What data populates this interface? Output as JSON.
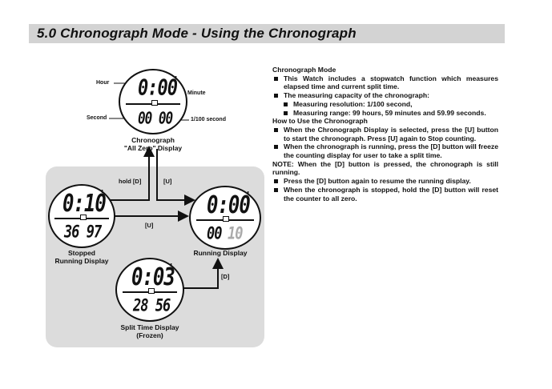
{
  "header": {
    "title": "5.0 Chronograph Mode - Using the Chronograph"
  },
  "diagram": {
    "labels": {
      "hour": "Hour",
      "minute": "Minute",
      "second": "Second",
      "hundredth": "1/100 second",
      "hold_d": "hold [D]",
      "u_top": "[U]",
      "u_mid": "[U]",
      "d_right": "[D]"
    },
    "captions": {
      "chrono_line1": "Chronograph",
      "chrono_line2": "\"All Zero\" Display",
      "stopped_line1": "Stopped",
      "stopped_line2": "Running Display",
      "running": "Running Display",
      "split_line1": "Split Time Display",
      "split_line2": "(Frozen)"
    },
    "watches": {
      "zero": {
        "top": "0:00",
        "top_sup": "'",
        "bottom": "00 00"
      },
      "stopped": {
        "top": "0:10",
        "top_sup": "'",
        "bottom": "36 97"
      },
      "running": {
        "top": "0:00",
        "top_sup": "'",
        "bottom": "00",
        "bottom_dim": "10"
      },
      "split": {
        "top": "0:03",
        "top_sup": "'",
        "bottom": "28 56"
      }
    }
  },
  "text": {
    "h1": "Chronograph Mode",
    "b1": "This Watch includes a stopwatch function which measures elapsed time and current split time.",
    "b2": "The measuring capacity of the chronograph:",
    "s1": "Measuring resolution: 1/100 second,",
    "s2": "Measuring range: 99 hours, 59 minutes and 59.99 seconds.",
    "h2": "How to Use the Chronograph",
    "b3": "When the Chronograph Display is selected, press the [U] button to start the chronograph. Press [U] again to Stop counting.",
    "b4": "When the chronograph is running, press the [D] button will freeze the counting display for user to take a split time.",
    "note": "NOTE: When the [D] button is pressed, the chronograph is still running.",
    "b5": "Press the [D] button again to resume the running display.",
    "b6": "When the chronograph is stopped, hold the [D] button will reset the counter to all zero."
  }
}
